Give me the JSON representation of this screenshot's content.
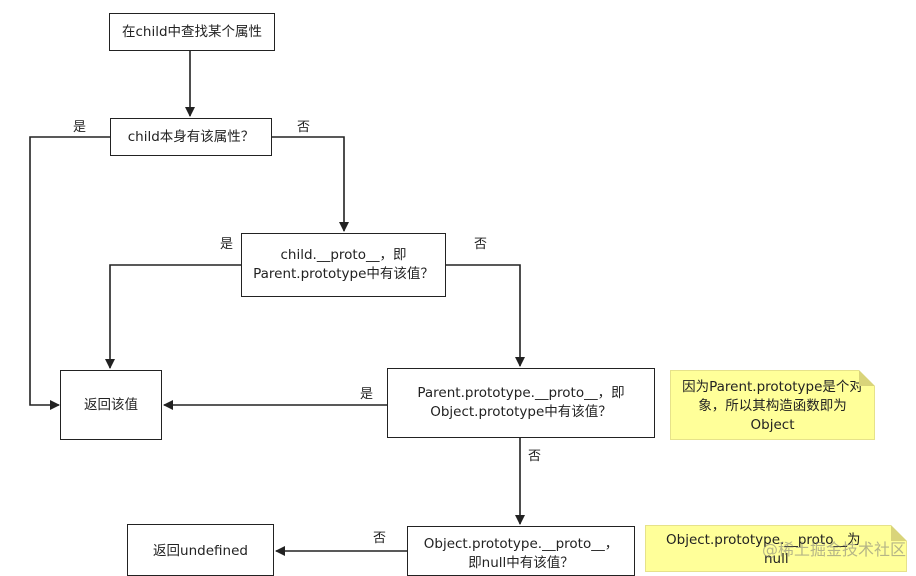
{
  "nodes": {
    "start": "在child中查找某个属性",
    "check_own": "child本身有该属性？",
    "check_proto_line1": "child.__proto__，即",
    "check_proto_line2": "Parent.prototype中有该值？",
    "check_obj_proto_line1": "Parent.prototype.__proto__，即",
    "check_obj_proto_line2": "Object.prototype中有该值？",
    "check_null_line1": "Object.prototype.__proto__，",
    "check_null_line2": "即null中有该值？",
    "return_value": "返回该值",
    "return_undefined": "返回undefined"
  },
  "edge_labels": {
    "yes_1": "是",
    "no_1": "否",
    "yes_2": "是",
    "no_2": "否",
    "yes_3": "是",
    "no_3": "否",
    "no_4": "否"
  },
  "notes": {
    "note_1_line1": "因为Parent.prototype是个对",
    "note_1_line2": "象，所以其构造函数即为",
    "note_1_line3": "Object",
    "note_2_line1": "Object.prototype.__proto__为",
    "note_2_line2": "null"
  },
  "watermark": "@稀土掘金技术社区",
  "colors": {
    "line": "#222222",
    "note_fill": "#ffff99",
    "box_border": "#222222"
  }
}
